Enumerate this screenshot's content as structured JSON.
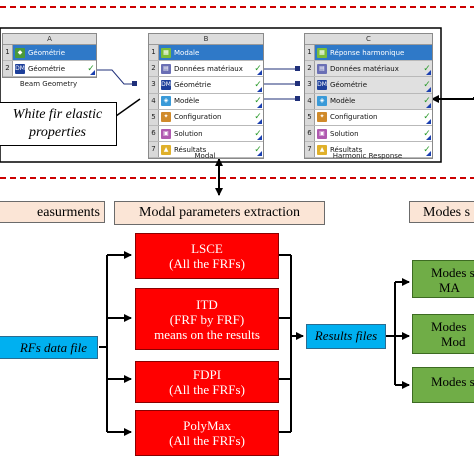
{
  "tables": {
    "a": {
      "col": "A",
      "rows": [
        {
          "n": "1",
          "label": "Géométrie",
          "icon": "geometry-icon"
        },
        {
          "n": "2",
          "label": "Géométrie",
          "icon": "dm-icon"
        }
      ],
      "caption": "Beam Geometry"
    },
    "b": {
      "col": "B",
      "rows": [
        {
          "n": "1",
          "label": "Modale",
          "icon": "modal-icon"
        },
        {
          "n": "2",
          "label": "Données matériaux",
          "icon": "material-icon"
        },
        {
          "n": "3",
          "label": "Géométrie",
          "icon": "dm-icon"
        },
        {
          "n": "4",
          "label": "Modèle",
          "icon": "model-icon"
        },
        {
          "n": "5",
          "label": "Configuration",
          "icon": "config-icon"
        },
        {
          "n": "6",
          "label": "Solution",
          "icon": "solution-icon"
        },
        {
          "n": "7",
          "label": "Résultats",
          "icon": "results-icon"
        }
      ],
      "caption": "Modal"
    },
    "c": {
      "col": "C",
      "rows": [
        {
          "n": "1",
          "label": "Réponse harmonique",
          "icon": "harmonic-icon"
        },
        {
          "n": "2",
          "label": "Données matériaux",
          "icon": "material-icon"
        },
        {
          "n": "3",
          "label": "Géométrie",
          "icon": "dm-icon"
        },
        {
          "n": "4",
          "label": "Modèle",
          "icon": "model-icon"
        },
        {
          "n": "5",
          "label": "Configuration",
          "icon": "config-icon"
        },
        {
          "n": "6",
          "label": "Solution",
          "icon": "solution-icon"
        },
        {
          "n": "7",
          "label": "Résultats",
          "icon": "results-icon"
        }
      ],
      "caption": "Harmonic Response"
    }
  },
  "callout": {
    "line1": "White fir elastic",
    "line2": "properties"
  },
  "headers": {
    "left": "easurments",
    "middle": "Modal parameters extraction",
    "right": "Modes s"
  },
  "methods": [
    {
      "line1": "LSCE",
      "line2": "(All the FRFs)",
      "line3": ""
    },
    {
      "line1": "ITD",
      "line2": "(FRF by FRF)",
      "line3": "means on the results"
    },
    {
      "line1": "FDPI",
      "line2": "(All the FRFs)",
      "line3": ""
    },
    {
      "line1": "PolyMax",
      "line2": "(All the FRFs)",
      "line3": ""
    }
  ],
  "frf_file": "RFs data file",
  "results_files": "Results files",
  "modes": [
    {
      "line1": "Modes s",
      "line2": "MA"
    },
    {
      "line1": "Modes",
      "line2": "Mod"
    },
    {
      "line1": "Modes s",
      "line2": ""
    }
  ],
  "colors": {
    "header_fill": "#fbe5d6",
    "method_fill": "#ff0000",
    "mode_fill": "#70ad47",
    "file_fill": "#00b0f0",
    "dashed_line": "#cc0000"
  }
}
